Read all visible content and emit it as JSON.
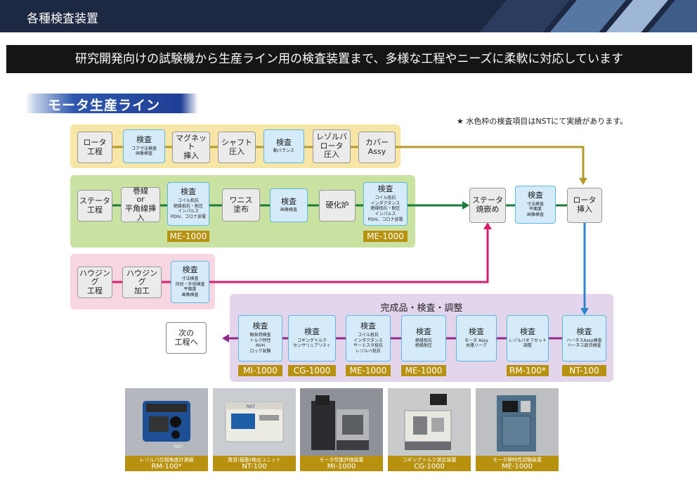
{
  "header": {
    "title": "各種検査装置"
  },
  "banner": {
    "text": "研究開発向けの試験機から生産ライン用の検査装置まで、多様な工程やニーズに柔軟に対応しています"
  },
  "section": {
    "title": "モータ生産ライン"
  },
  "note": "★ 水色枠の検査項目はNSTにて実績があります。",
  "rotor_line": {
    "rotor_process": "ロータ\n工程",
    "inspect1": {
      "title": "検査",
      "detail": "コア寸法検査\n画像検査"
    },
    "magnet": "マグネット\n挿入",
    "shaft": "シャフト\n圧入",
    "inspect2": {
      "title": "検査",
      "detail": "動バランス"
    },
    "resolver": "レゾルバ\nロータ\n圧入",
    "cover": "カバー\nAssy"
  },
  "stator_line": {
    "stator_process": "ステータ\n工程",
    "winding": "巻線\nor\n平角線挿入",
    "inspect1": {
      "title": "検査",
      "detail": "コイル抵抗\n絶縁抵抗・耐圧\nインパルス\nPDIV、コロナ放電"
    },
    "varnish": "ワニス\n塗布",
    "inspect2": {
      "title": "検査",
      "detail": "画像検査"
    },
    "furnace": "硬化炉",
    "inspect3": {
      "title": "検査",
      "detail": "コイル抵抗\nインダクタンス\n絶縁抵抗・耐圧\nインパルス\nPDIV、コロナ放電"
    },
    "tag1": "ME-1000",
    "tag2": "ME-1000"
  },
  "merge": {
    "shrink": "ステータ\n焼嵌め",
    "inspect": {
      "title": "検査",
      "detail": "寸法検査\n平面度\n画像検査"
    },
    "rotor_insert": "ロータ\n挿入"
  },
  "housing_line": {
    "housing_process": "ハウジング\n工程",
    "housing_work": "ハウジング\n加工",
    "inspect": {
      "title": "検査",
      "detail": "寸法検査\n内径・外径検査\n平面度\n画像検査"
    }
  },
  "final": {
    "title": "完成品・検査・調整",
    "next": "次の\n工程へ",
    "items": [
      {
        "title": "検査",
        "detail": "無負荷検査\nトルク特性\nNVH\nロック試験",
        "tag": "MI-1000"
      },
      {
        "title": "検査",
        "detail": "コギングトルク\nセンサリニアリティ",
        "tag": "CG-1000"
      },
      {
        "title": "検査",
        "detail": "コイル抵抗\nインダクタンス\nサーミスタ抵抗\nレゾルバ抵抗",
        "tag": "ME-1000"
      },
      {
        "title": "検査",
        "detail": "絶縁抵抗\n絶縁耐圧",
        "tag": "ME-1000"
      },
      {
        "title": "検査",
        "detail": "モータ Assy\n水路リーク",
        "tag": ""
      },
      {
        "title": "検査",
        "detail": "レゾルバオフセット\n調整",
        "tag": "RM-100*"
      },
      {
        "title": "検査",
        "detail": "ハーネスAssy検査\nハーネス嵌合検査",
        "tag": "NT-100"
      }
    ]
  },
  "products": [
    {
      "name": "レゾルバ位相角度計測器",
      "model": "RM-100*",
      "photo_text": "NST"
    },
    {
      "name": "異音(振動)検出ユニット",
      "model": "NT-100",
      "photo_text": "NST"
    },
    {
      "name": "モータ性能評価装置",
      "model": "MI-1000",
      "photo_text": ""
    },
    {
      "name": "コギングトルク測定装置",
      "model": "CG-1000",
      "photo_text": ""
    },
    {
      "name": "モータ静特性試験装置",
      "model": "ME-1000",
      "photo_text": ""
    }
  ],
  "colors": {
    "rotor_band": "#f7e6a5",
    "stator_band": "#c9e2a2",
    "housing_band": "#f8d6e1",
    "final_band": "#e3d6ec",
    "rotor_line": "#b39a2a",
    "stator_line": "#1c7a3a",
    "housing_line": "#de1d6e",
    "final_line": "#8f2a8a",
    "blue_line": "#2f86cc",
    "tag": "#b8920e"
  }
}
